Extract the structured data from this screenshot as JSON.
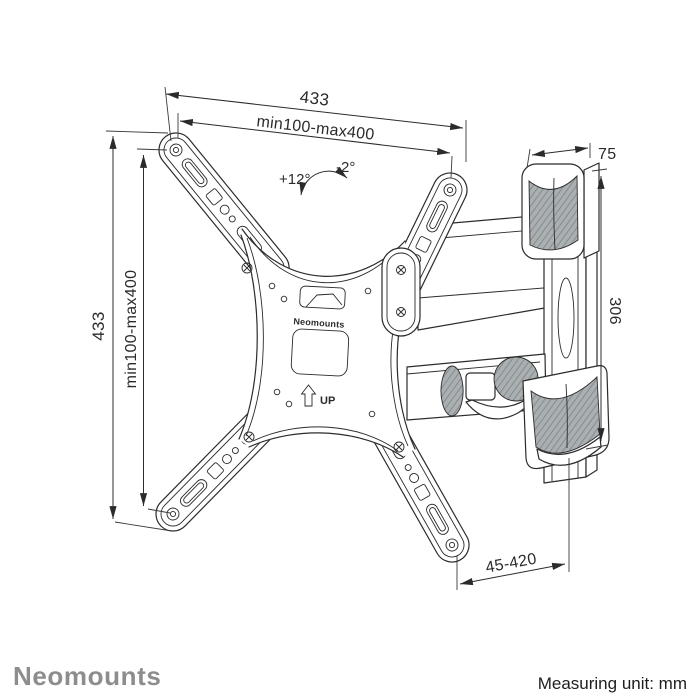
{
  "footer": {
    "brand": "Neomounts",
    "measuring_unit": "Measuring unit: mm"
  },
  "drawing": {
    "plate_brand": "Neomounts",
    "up_label": "UP",
    "dims": {
      "width_total": "433",
      "width_vesa": "min100-max400",
      "height_total": "433",
      "height_vesa": "min100-max400",
      "tilt_up": "+12°",
      "tilt_down": "-2°",
      "wall_plate_width": "75",
      "wall_plate_height": "306",
      "extension_range": "45-420"
    },
    "colors": {
      "line": "#2b2b2b",
      "shade_fill": "#aaafb1",
      "shade_hatch": "#7f8587",
      "brand_gray": "#8d8d8d",
      "text_dark": "#1e1e1e"
    }
  }
}
